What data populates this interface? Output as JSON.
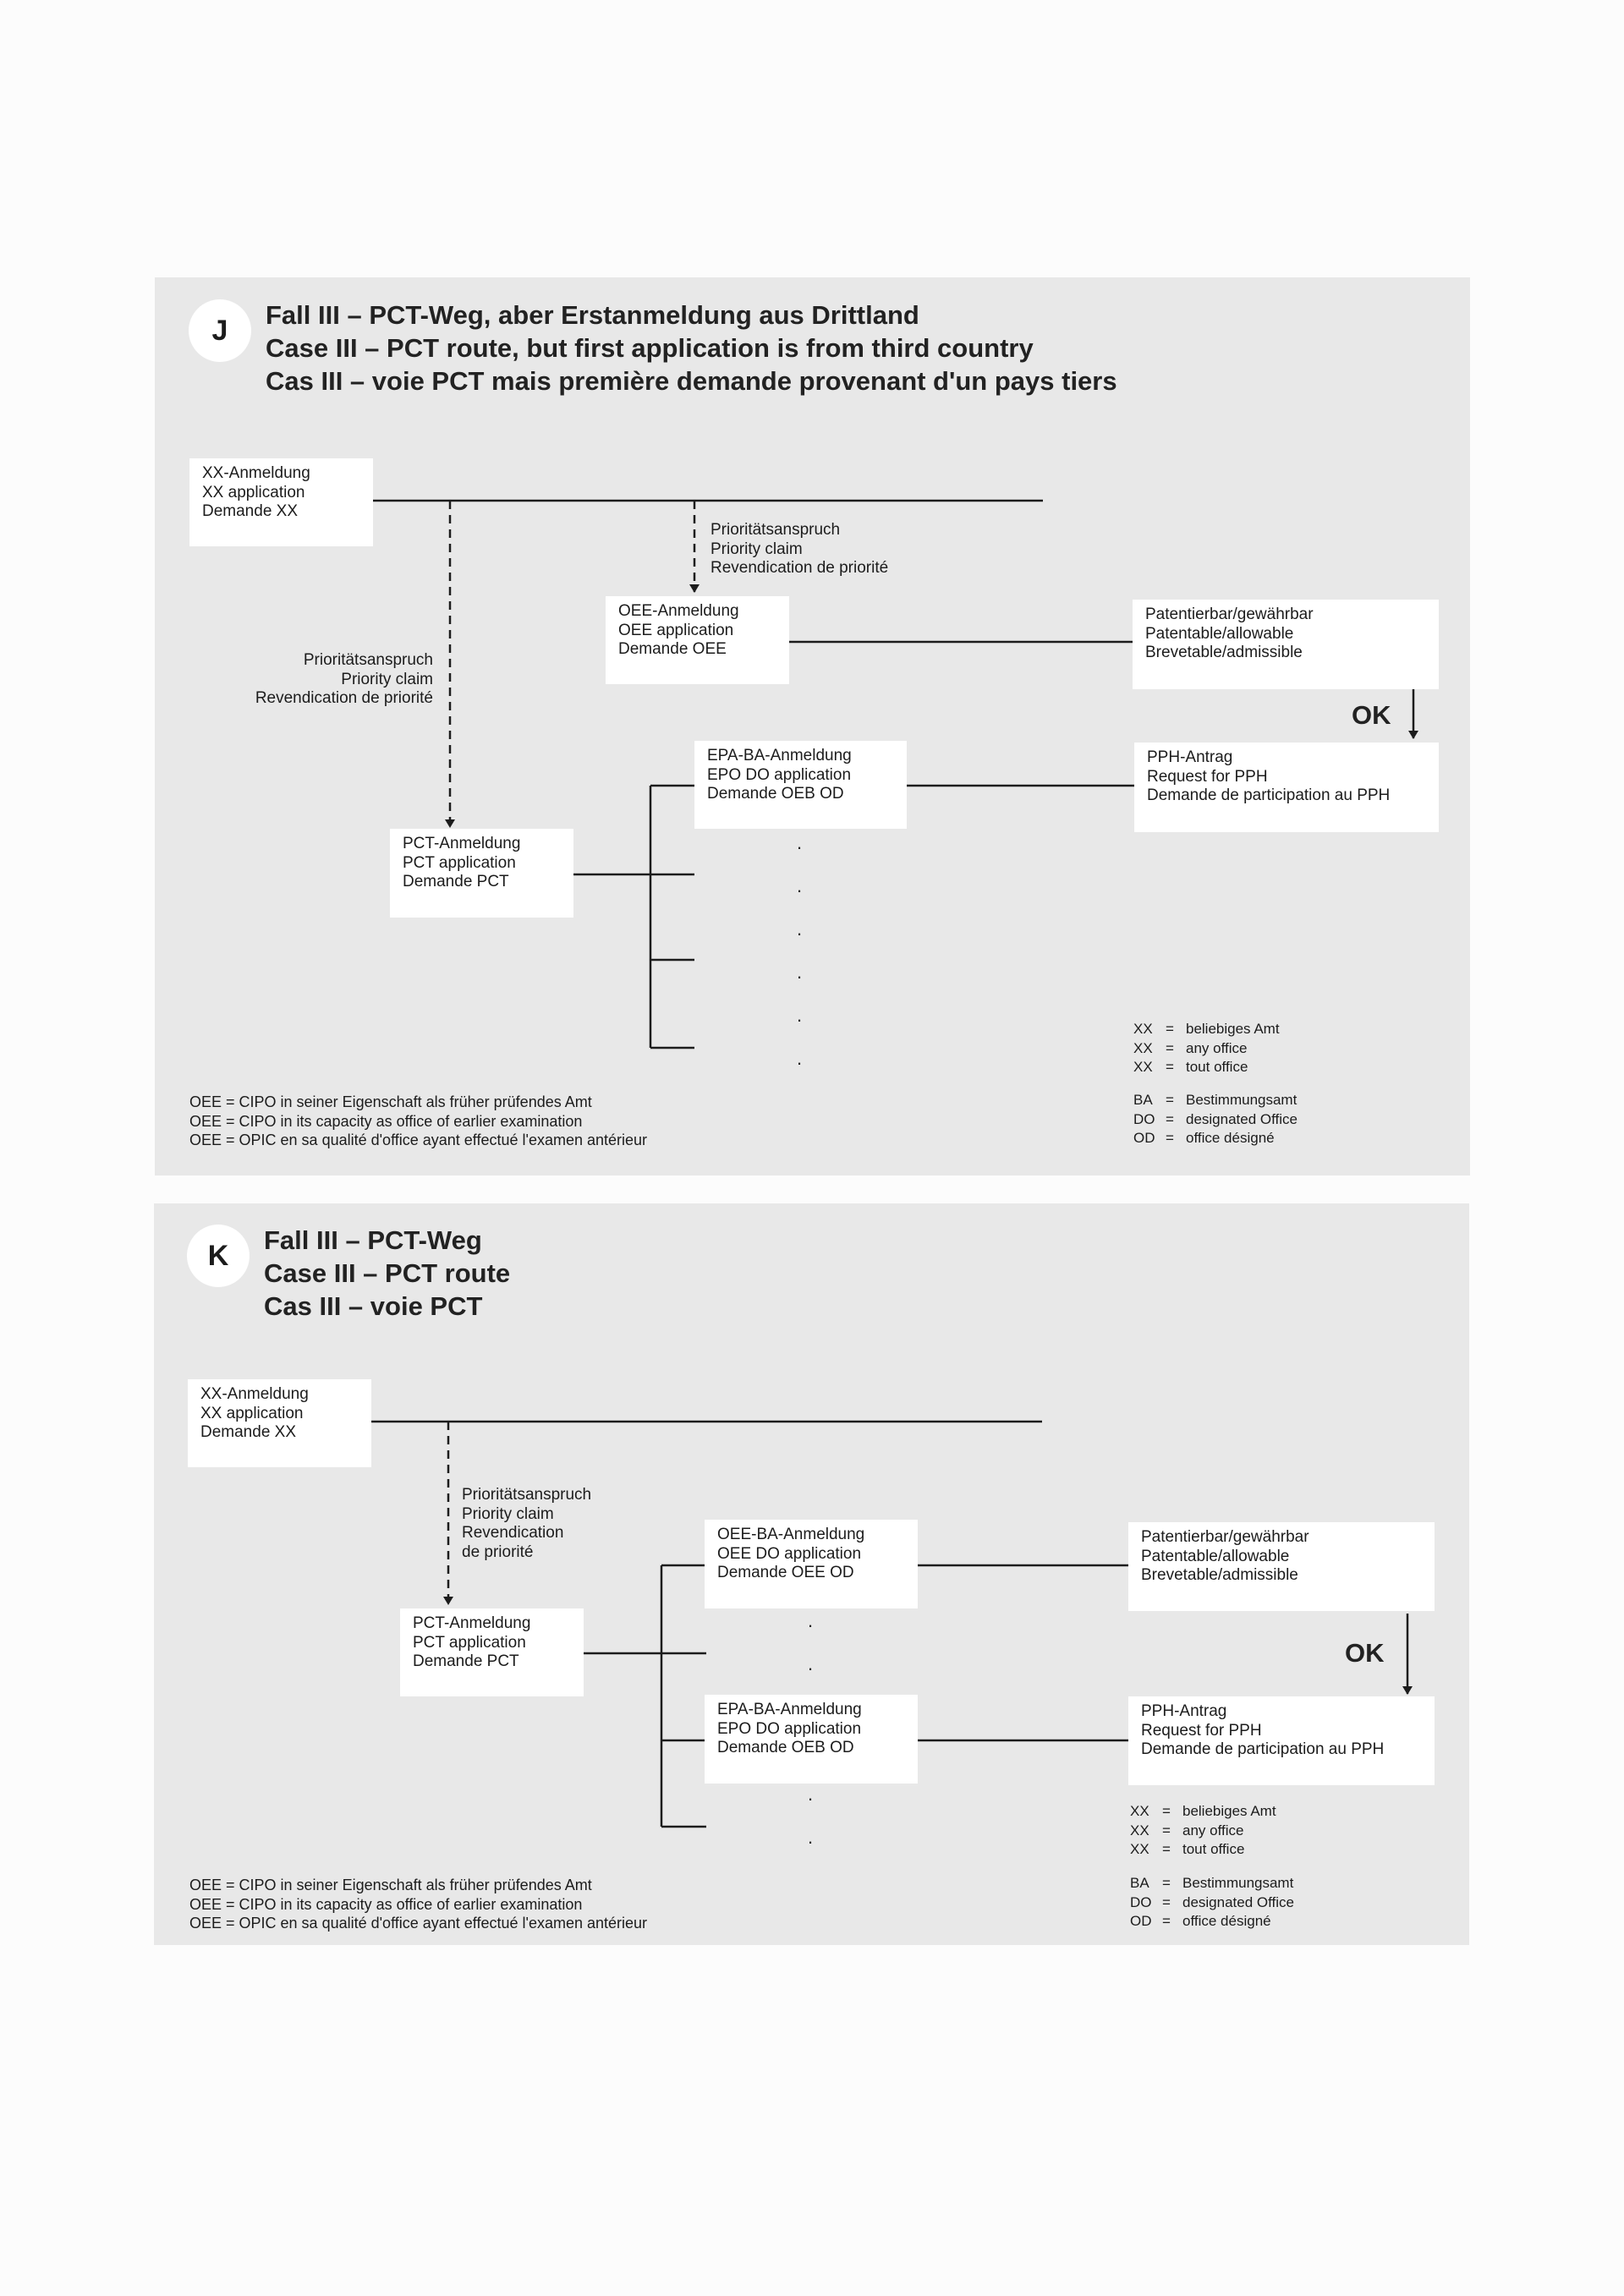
{
  "panel_j": {
    "badge": "J",
    "title": [
      "Fall III – PCT-Weg, aber Erstanmeldung aus Drittland",
      "Case III – PCT route, but first application is from third country",
      "Cas III – voie PCT mais première demande provenant d'un pays tiers"
    ],
    "xx_box": [
      "XX-Anmeldung",
      "XX application",
      "Demande XX"
    ],
    "priority_claim_oee": [
      "Prioritätsanspruch",
      "Priority claim",
      "Revendication de priorité"
    ],
    "oee_box": [
      "OEE-Anmeldung",
      "OEE application",
      "Demande OEE"
    ],
    "patentable_box": [
      "Patentierbar/gewährbar",
      "Patentable/allowable",
      "Brevetable/admissible"
    ],
    "priority_claim_pct": [
      "Prioritätsanspruch",
      "Priority claim",
      "Revendication de priorité"
    ],
    "ok_label": "OK",
    "epo_box": [
      "EPA-BA-Anmeldung",
      "EPO DO application",
      "Demande OEB OD"
    ],
    "pph_box": [
      "PPH-Antrag",
      "Request for PPH",
      "Demande de participation au PPH"
    ],
    "pct_box": [
      "PCT-Anmeldung",
      "PCT application",
      "Demande PCT"
    ],
    "ellipsis_dot": ".",
    "legend_xx": [
      {
        "abbr": "XX",
        "eq": "=",
        "text": "beliebiges Amt"
      },
      {
        "abbr": "XX",
        "eq": "=",
        "text": "any office"
      },
      {
        "abbr": "XX",
        "eq": "=",
        "text": "tout office"
      }
    ],
    "legend_ba": [
      {
        "abbr": "BA",
        "eq": "=",
        "text": "Bestimmungsamt"
      },
      {
        "abbr": "DO",
        "eq": "=",
        "text": "designated Office"
      },
      {
        "abbr": "OD",
        "eq": "=",
        "text": "office désigné"
      }
    ],
    "legend_oee": [
      "OEE = CIPO in seiner Eigenschaft als früher prüfendes Amt",
      "OEE = CIPO in its capacity as office of earlier examination",
      "OEE = OPIC en sa qualité d'office ayant effectué l'examen antérieur"
    ]
  },
  "panel_k": {
    "badge": "K",
    "title": [
      "Fall III – PCT-Weg",
      "Case III – PCT route",
      "Cas III – voie PCT"
    ],
    "xx_box": [
      "XX-Anmeldung",
      "XX application",
      "Demande XX"
    ],
    "priority_claim": [
      "Prioritätsanspruch",
      "Priority claim",
      "Revendication",
      "de priorité"
    ],
    "oee_do_box": [
      "OEE-BA-Anmeldung",
      "OEE DO application",
      "Demande OEE OD"
    ],
    "patentable_box": [
      "Patentierbar/gewährbar",
      "Patentable/allowable",
      "Brevetable/admissible"
    ],
    "pct_box": [
      "PCT-Anmeldung",
      "PCT application",
      "Demande PCT"
    ],
    "ok_label": "OK",
    "epo_box": [
      "EPA-BA-Anmeldung",
      "EPO DO application",
      "Demande OEB OD"
    ],
    "pph_box": [
      "PPH-Antrag",
      "Request for PPH",
      "Demande de participation au PPH"
    ],
    "ellipsis_dot": ".",
    "legend_xx": [
      {
        "abbr": "XX",
        "eq": "=",
        "text": "beliebiges Amt"
      },
      {
        "abbr": "XX",
        "eq": "=",
        "text": "any office"
      },
      {
        "abbr": "XX",
        "eq": "=",
        "text": "tout office"
      }
    ],
    "legend_ba": [
      {
        "abbr": "BA",
        "eq": "=",
        "text": "Bestimmungsamt"
      },
      {
        "abbr": "DO",
        "eq": "=",
        "text": "designated Office"
      },
      {
        "abbr": "OD",
        "eq": "=",
        "text": "office désigné"
      }
    ],
    "legend_oee": [
      "OEE = CIPO in seiner Eigenschaft als früher prüfendes Amt",
      "OEE = CIPO in its capacity as office of earlier examination",
      "OEE = OPIC en sa qualité d'office ayant effectué l'examen antérieur"
    ]
  }
}
